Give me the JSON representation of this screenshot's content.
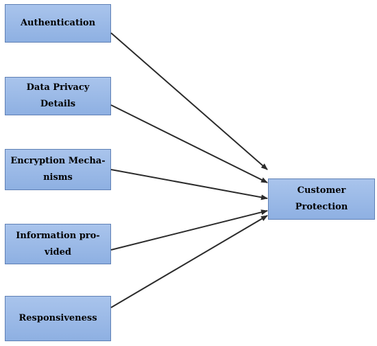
{
  "inputs": [
    {
      "line1": "Authentication",
      "line2": ""
    },
    {
      "line1": "Data Privacy Details",
      "line2": ""
    },
    {
      "line1": "Encryption Mecha-",
      "line2": "nisms"
    },
    {
      "line1": "Information pro-",
      "line2": "vided"
    },
    {
      "line1": "Responsiveness",
      "line2": ""
    }
  ],
  "target": {
    "label": "Customer Protection"
  },
  "colors": {
    "box_fill_top": "#a9c4ec",
    "box_fill_bottom": "#8eb0e2",
    "box_border": "#5e7fb4",
    "arrow": "#2b2b2b"
  }
}
